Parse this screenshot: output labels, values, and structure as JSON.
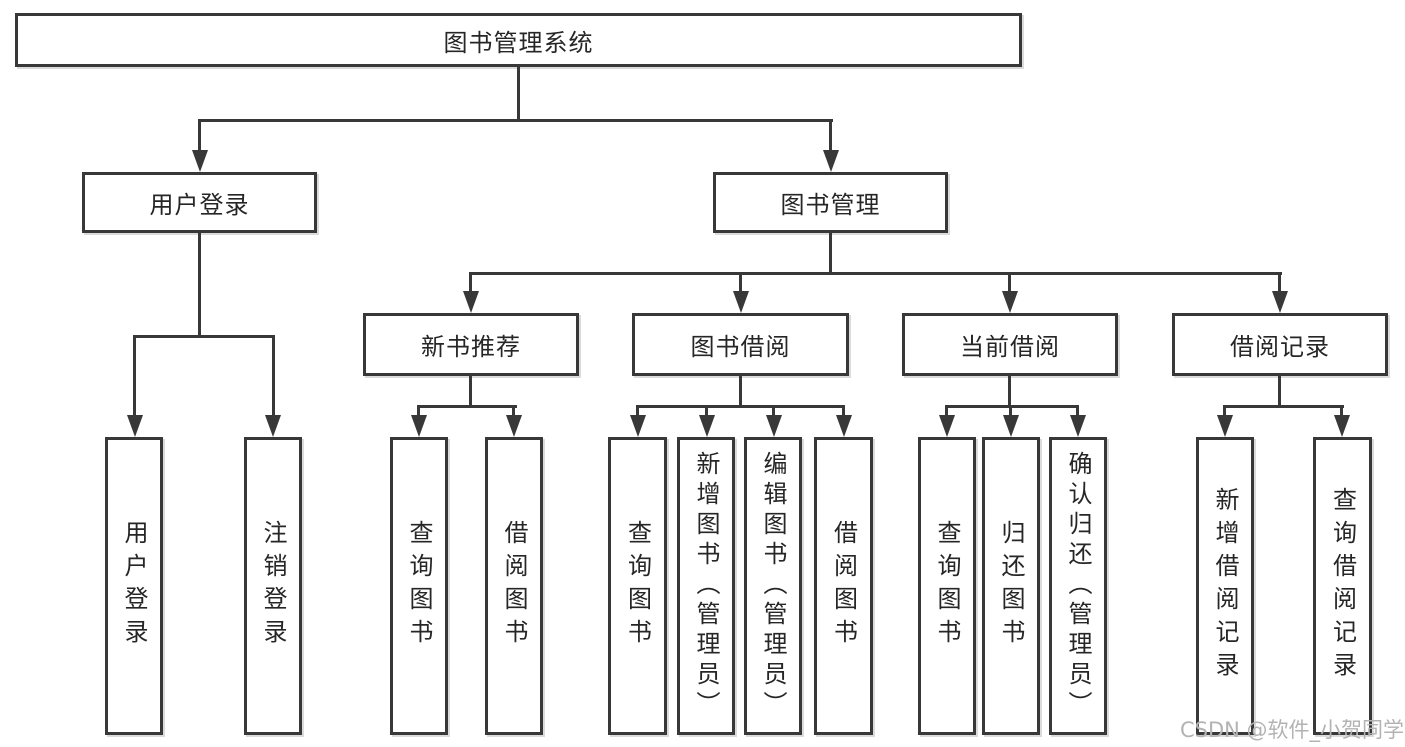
{
  "tree": {
    "root": {
      "label": "图书管理系统"
    },
    "branches": [
      {
        "label": "用户登录",
        "leaves": [
          {
            "label": "用户登录"
          },
          {
            "label": "注销登录"
          }
        ]
      },
      {
        "label": "图书管理",
        "sections": [
          {
            "label": "新书推荐",
            "leaves": [
              {
                "label": "查询图书"
              },
              {
                "label": "借阅图书"
              }
            ]
          },
          {
            "label": "图书借阅",
            "leaves": [
              {
                "label": "查询图书"
              },
              {
                "label": "新增图书（管理员）"
              },
              {
                "label": "编辑图书（管理员）"
              },
              {
                "label": "借阅图书"
              }
            ]
          },
          {
            "label": "当前借阅",
            "leaves": [
              {
                "label": "查询图书"
              },
              {
                "label": "归还图书"
              },
              {
                "label": "确认归还（管理员）"
              }
            ]
          },
          {
            "label": "借阅记录",
            "leaves": [
              {
                "label": "新增借阅记录"
              },
              {
                "label": "查询借阅记录"
              }
            ]
          }
        ]
      }
    ]
  },
  "watermark": {
    "text": "CSDN @软件_小贺同学"
  },
  "colors": {
    "line": "#383838",
    "box_border": "#383838",
    "box_bg": "#ffffff",
    "text": "#262626",
    "watermark": "#b3b3b3"
  }
}
